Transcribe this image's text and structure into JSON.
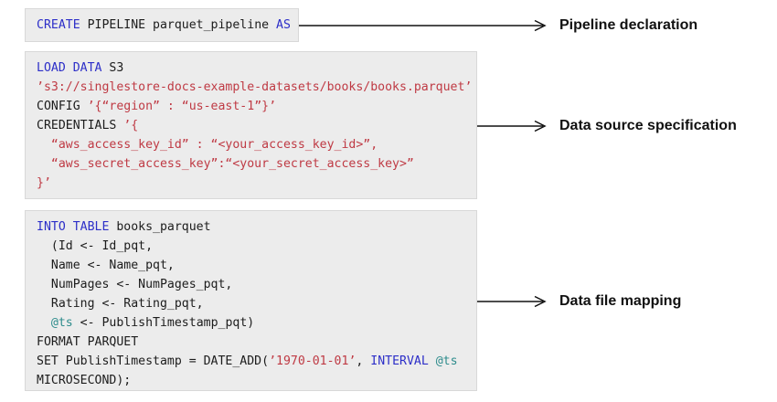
{
  "diagram": {
    "rows": [
      {
        "label": "Pipeline declaration",
        "code": [
          [
            {
              "t": "CREATE ",
              "c": "keyword"
            },
            {
              "t": "PIPELINE parquet_pipeline ",
              "c": "plain"
            },
            {
              "t": "AS",
              "c": "keyword"
            }
          ]
        ]
      },
      {
        "label": "Data source specification",
        "code": [
          [
            {
              "t": "LOAD DATA",
              "c": "keyword"
            },
            {
              "t": " S3",
              "c": "plain"
            }
          ],
          [
            {
              "t": "’s3://singlestore-docs-example-datasets/books/books.parquet’",
              "c": "string"
            }
          ],
          [
            {
              "t": "CONFIG ",
              "c": "plain"
            },
            {
              "t": "’{“region” : “us-east-1”}’",
              "c": "string"
            }
          ],
          [
            {
              "t": "CREDENTIALS ",
              "c": "plain"
            },
            {
              "t": "’{",
              "c": "string"
            }
          ],
          [
            {
              "t": "  “aws_access_key_id” : “<your_access_key_id>”,",
              "c": "string"
            }
          ],
          [
            {
              "t": "  “aws_secret_access_key”:“<your_secret_access_key>”",
              "c": "string"
            }
          ],
          [
            {
              "t": "}’",
              "c": "string"
            }
          ]
        ]
      },
      {
        "label": "Data file mapping",
        "code": [
          [
            {
              "t": "INTO TABLE",
              "c": "keyword"
            },
            {
              "t": " books_parquet",
              "c": "plain"
            }
          ],
          [
            {
              "t": "  (Id <- Id_pqt,",
              "c": "plain"
            }
          ],
          [
            {
              "t": "  Name <- Name_pqt,",
              "c": "plain"
            }
          ],
          [
            {
              "t": "  NumPages <- NumPages_pqt,",
              "c": "plain"
            }
          ],
          [
            {
              "t": "  Rating <- Rating_pqt,",
              "c": "plain"
            }
          ],
          [
            {
              "t": "  ",
              "c": "plain"
            },
            {
              "t": "@ts",
              "c": "variable"
            },
            {
              "t": " <- PublishTimestamp_pqt)",
              "c": "plain"
            }
          ],
          [
            {
              "t": "FORMAT PARQUET",
              "c": "plain"
            }
          ],
          [
            {
              "t": "SET PublishTimestamp = DATE_ADD(",
              "c": "plain"
            },
            {
              "t": "’1970-01-01’",
              "c": "string"
            },
            {
              "t": ", ",
              "c": "plain"
            },
            {
              "t": "INTERVAL",
              "c": "keyword"
            },
            {
              "t": " ",
              "c": "plain"
            },
            {
              "t": "@ts",
              "c": "variable"
            }
          ],
          [
            {
              "t": "MICROSECOND);",
              "c": "plain"
            }
          ]
        ]
      }
    ],
    "colors": {
      "keyword": "#2d2fc8",
      "string": "#bf3a44",
      "variable": "#2e8c8c",
      "plain": "#1c1c1c",
      "block_bg": "#ececec",
      "block_border": "#d8d8d8",
      "arrow": "#111111"
    }
  }
}
